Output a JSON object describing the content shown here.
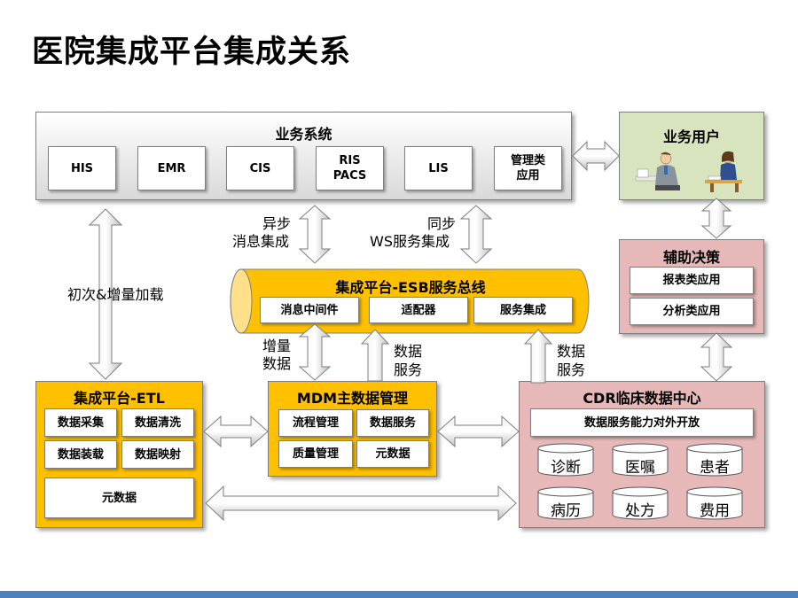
{
  "title": "医院集成平台集成关系",
  "business_system": {
    "title": "业务系统",
    "items": [
      "HIS",
      "EMR",
      "CIS",
      "RIS\nPACS",
      "LIS",
      "管理类\n应用"
    ]
  },
  "business_users": {
    "title": "业务用户"
  },
  "decision_support": {
    "title": "辅助决策",
    "items": [
      "报表类应用",
      "分析类应用"
    ]
  },
  "esb": {
    "title": "集成平台-ESB服务总线",
    "items": [
      "消息中间件",
      "适配器",
      "服务集成"
    ]
  },
  "etl": {
    "title": "集成平台-ETL",
    "items": [
      "数据采集",
      "数据清洗",
      "数据装载",
      "数据映射",
      "元数据"
    ]
  },
  "mdm": {
    "title": "MDM主数据管理",
    "items": [
      "流程管理",
      "数据服务",
      "质量管理",
      "元数据"
    ]
  },
  "cdr": {
    "title": "CDR临床数据中心",
    "open_label": "数据服务能力对外开放",
    "items": [
      "诊断",
      "医嘱",
      "患者",
      "病历",
      "处方",
      "费用"
    ]
  },
  "labels": {
    "async": [
      "异步",
      "消息集成"
    ],
    "sync": [
      "同步",
      "WS服务集成"
    ],
    "initial_load": "初次&增量加载",
    "incremental": [
      "增量",
      "数据"
    ],
    "data_service_mdm": [
      "数据",
      "服务"
    ],
    "data_service_cdr": [
      "数据",
      "服务"
    ]
  }
}
